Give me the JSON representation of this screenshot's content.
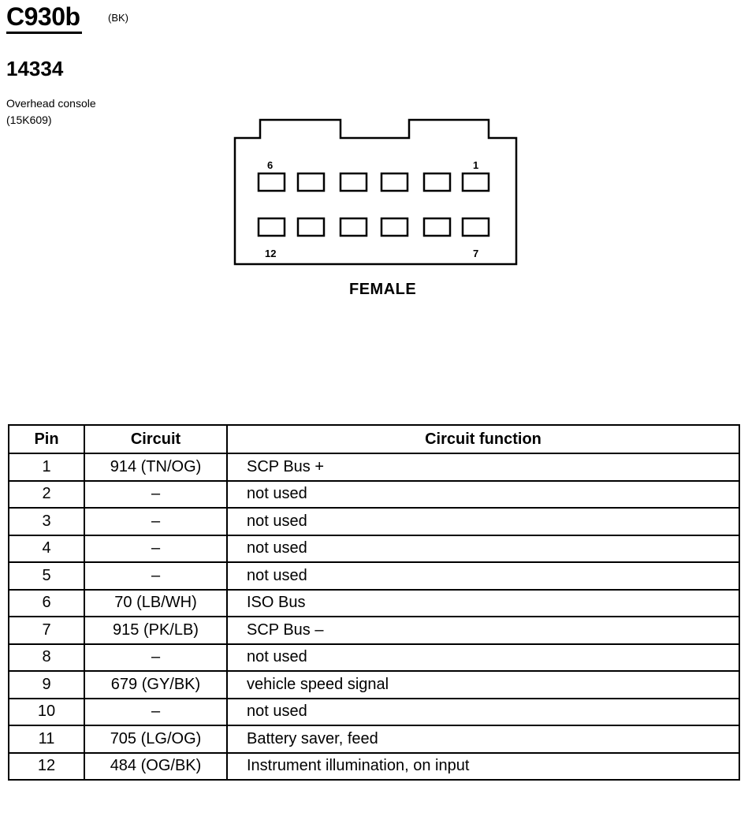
{
  "header": {
    "connector_id": "C930b",
    "connector_color": "(BK)",
    "part_number": "14334",
    "description_line1": "Overhead console",
    "description_line2": "(15K609)"
  },
  "connector": {
    "pin_label_top_left": "6",
    "pin_label_top_right": "1",
    "pin_label_bottom_left": "12",
    "pin_label_bottom_right": "7",
    "gender": "FEMALE"
  },
  "table": {
    "headers": [
      "Pin",
      "Circuit",
      "Circuit function"
    ],
    "rows": [
      {
        "pin": "1",
        "circuit": "914 (TN/OG)",
        "function": "SCP Bus +"
      },
      {
        "pin": "2",
        "circuit": "–",
        "function": "not used"
      },
      {
        "pin": "3",
        "circuit": "–",
        "function": "not used"
      },
      {
        "pin": "4",
        "circuit": "–",
        "function": "not used"
      },
      {
        "pin": "5",
        "circuit": "–",
        "function": "not used"
      },
      {
        "pin": "6",
        "circuit": "70 (LB/WH)",
        "function": "ISO Bus"
      },
      {
        "pin": "7",
        "circuit": "915 (PK/LB)",
        "function": "SCP Bus –"
      },
      {
        "pin": "8",
        "circuit": "–",
        "function": "not used"
      },
      {
        "pin": "9",
        "circuit": "679 (GY/BK)",
        "function": "vehicle speed signal"
      },
      {
        "pin": "10",
        "circuit": "–",
        "function": "not used"
      },
      {
        "pin": "11",
        "circuit": "705 (LG/OG)",
        "function": "Battery saver, feed"
      },
      {
        "pin": "12",
        "circuit": "484 (OG/BK)",
        "function": "Instrument illumination, on input"
      }
    ]
  }
}
